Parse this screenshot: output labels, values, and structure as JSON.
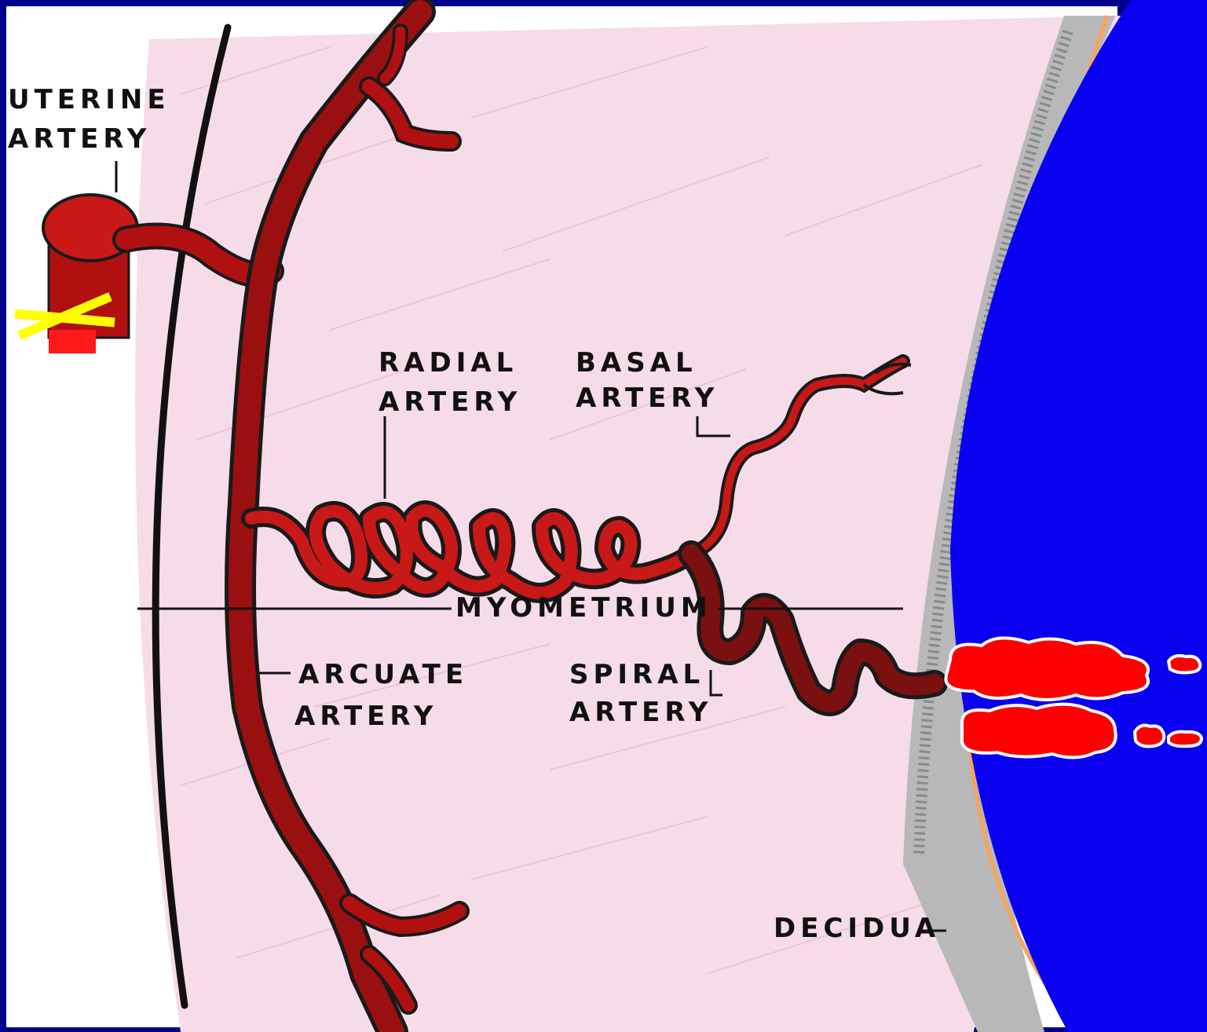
{
  "labels": {
    "uterine": [
      "UTERINE",
      "ARTERY"
    ],
    "radial": [
      "RADIAL",
      "ARTERY"
    ],
    "basal": [
      "BASAL",
      "ARTERY"
    ],
    "arcuate": [
      "ARCUATE",
      "ARTERY"
    ],
    "spiral": [
      "SPIRAL",
      "ARTERY"
    ],
    "myometrium": "MYOMETRIUM",
    "decidua": "DECIDUA"
  },
  "colors": {
    "frame": "#00008a",
    "cavity": "#0a00f0",
    "artery": "#b01010",
    "artery_core": "#7a1010",
    "outline": "#1a1a1a",
    "myometrium": "#f5dce8",
    "decidua": "#b8b8b8",
    "placental_clot": "#ff0000",
    "ligature": "#ffff00",
    "membrane": "#f4a460"
  }
}
